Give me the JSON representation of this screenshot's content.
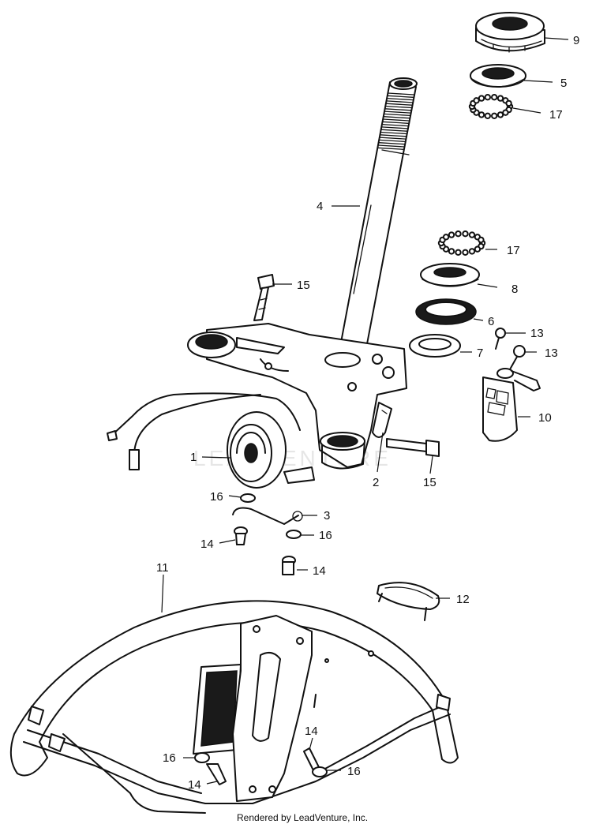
{
  "watermark": "LEADVENTURE",
  "credit": "Rendered by LeadVenture, Inc.",
  "callouts": [
    {
      "id": "c9",
      "num": "9"
    },
    {
      "id": "c5",
      "num": "5"
    },
    {
      "id": "c17a",
      "num": "17"
    },
    {
      "id": "c4",
      "num": "4"
    },
    {
      "id": "c17b",
      "num": "17"
    },
    {
      "id": "c15a",
      "num": "15"
    },
    {
      "id": "c8",
      "num": "8"
    },
    {
      "id": "c6",
      "num": "6"
    },
    {
      "id": "c13a",
      "num": "13"
    },
    {
      "id": "c7",
      "num": "7"
    },
    {
      "id": "c13b",
      "num": "13"
    },
    {
      "id": "c10",
      "num": "10"
    },
    {
      "id": "c1",
      "num": "1"
    },
    {
      "id": "c2",
      "num": "2"
    },
    {
      "id": "c15b",
      "num": "15"
    },
    {
      "id": "c16a",
      "num": "16"
    },
    {
      "id": "c3",
      "num": "3"
    },
    {
      "id": "c14a",
      "num": "14"
    },
    {
      "id": "c16b",
      "num": "16"
    },
    {
      "id": "c14b",
      "num": "14"
    },
    {
      "id": "c11",
      "num": "11"
    },
    {
      "id": "c12",
      "num": "12"
    },
    {
      "id": "c14c",
      "num": "14"
    },
    {
      "id": "c16c",
      "num": "16"
    },
    {
      "id": "c16d",
      "num": "16"
    },
    {
      "id": "c14d",
      "num": "14"
    }
  ]
}
